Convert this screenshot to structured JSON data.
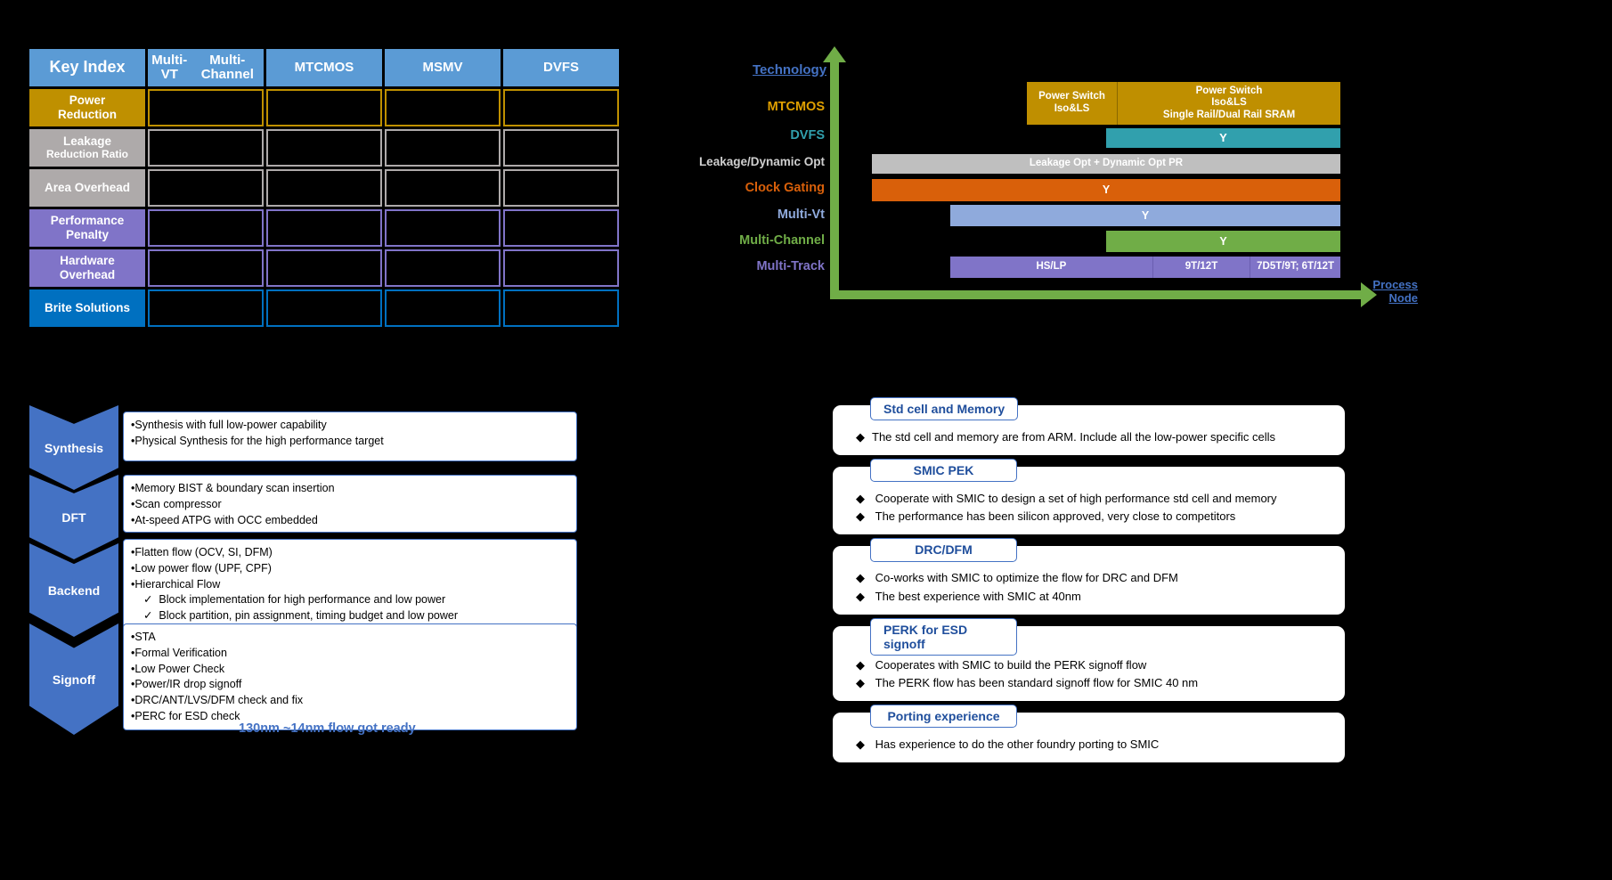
{
  "comparison_table": {
    "name": "low-power-technique-comparison",
    "header": [
      "Key Index",
      "Multi-VT\nMulti-Channel",
      "MTCMOS",
      "MSMV",
      "DVFS"
    ],
    "header_index_label": "Key Index",
    "columns": [
      "Multi-VT Multi-Channel",
      "MTCMOS",
      "MSMV",
      "DVFS"
    ],
    "column_lines": [
      [
        "Multi-VT",
        "Multi-Channel"
      ],
      [
        "MTCMOS",
        ""
      ],
      [
        "MSMV",
        ""
      ],
      [
        "DVFS",
        ""
      ]
    ],
    "rows": [
      {
        "label_lines": [
          "Power",
          "Reduction"
        ],
        "label": "Power Reduction",
        "color": "#bf9000",
        "cells": [
          "",
          "",
          "",
          ""
        ]
      },
      {
        "label_lines": [
          "Leakage",
          "Reduction Ratio"
        ],
        "label": "Leakage Reduction Ratio",
        "color": "#aeaaaa",
        "cells": [
          "",
          "",
          "",
          ""
        ]
      },
      {
        "label_lines": [
          "Area Overhead",
          ""
        ],
        "label": "Area Overhead",
        "color": "#aeaaaa",
        "cells": [
          "",
          "",
          "",
          ""
        ]
      },
      {
        "label_lines": [
          "Performance",
          "Penalty"
        ],
        "label": "Performance Penalty",
        "color": "#8074c8",
        "cells": [
          "",
          "",
          "",
          ""
        ]
      },
      {
        "label_lines": [
          "Hardware",
          "Overhead"
        ],
        "label": "Hardware Overhead",
        "color": "#8074c8",
        "cells": [
          "",
          "",
          "",
          ""
        ]
      },
      {
        "label_lines": [
          "Brite Solutions",
          ""
        ],
        "label": "Brite Solutions",
        "color": "#0070c0",
        "cells": [
          "",
          "",
          "",
          ""
        ]
      }
    ]
  },
  "chart_data": {
    "type": "bar",
    "orientation": "horizontal-gantt",
    "title": "",
    "ylabel": "Technology",
    "xlabel": "Process Node",
    "xlabel_lines": [
      "Process",
      "Node"
    ],
    "grid": false,
    "legend": "none",
    "axis_color": "#70ad47",
    "axis_label_color": "#4472c4",
    "categories": [
      "MTCMOS",
      "DVFS",
      "Leakage/Dynamic Opt",
      "Clock Gating",
      "Multi-Vt",
      "Multi-Channel",
      "Multi-Track"
    ],
    "category_colors": [
      "#e0a000",
      "#31a0ad",
      "#bfbfbf",
      "#d9600a",
      "#8faadc",
      "#70ad47",
      "#8074c8"
    ],
    "series": [
      {
        "name": "MTCMOS",
        "color": "#bf8f00",
        "start_pct": 44.5,
        "end_pct": 100,
        "segments": [
          {
            "label": "Power Switch\nIso&LS",
            "lines": [
              "Power Switch",
              "Iso&LS"
            ],
            "width_pct": 29
          },
          {
            "label": "Power Switch\nIso&LS\nSingle Rail/Dual Rail SRAM",
            "lines": [
              "Power Switch",
              "Iso&LS",
              "Single Rail/Dual Rail SRAM"
            ],
            "width_pct": 71
          }
        ]
      },
      {
        "name": "DVFS",
        "color": "#31a0ad",
        "start_pct": 61,
        "end_pct": 100,
        "segments": [
          {
            "label": "Y",
            "lines": [
              "Y"
            ],
            "width_pct": 100
          }
        ]
      },
      {
        "name": "Leakage/Dynamic Opt",
        "color": "#bfbfbf",
        "start_pct": 8,
        "end_pct": 100,
        "segments": [
          {
            "label": "Leakage Opt + Dynamic Opt PR",
            "lines": [
              "Leakage Opt + Dynamic Opt PR"
            ],
            "width_pct": 100
          }
        ]
      },
      {
        "name": "Clock Gating",
        "color": "#d9600a",
        "start_pct": 8.5,
        "end_pct": 100,
        "segments": [
          {
            "label": "Y",
            "lines": [
              "Y"
            ],
            "width_pct": 100
          }
        ]
      },
      {
        "name": "Multi-Vt",
        "color": "#8faadc",
        "start_pct": 23,
        "end_pct": 100,
        "segments": [
          {
            "label": "Y",
            "lines": [
              "Y"
            ],
            "width_pct": 100
          }
        ]
      },
      {
        "name": "Multi-Channel",
        "color": "#70ad47",
        "start_pct": 54,
        "end_pct": 100,
        "segments": [
          {
            "label": "Y",
            "lines": [
              "Y"
            ],
            "width_pct": 100
          }
        ]
      },
      {
        "name": "Multi-Track",
        "color": "#8074c8",
        "start_pct": 23,
        "end_pct": 100,
        "segments": [
          {
            "label": "HS/LP",
            "lines": [
              "HS/LP"
            ],
            "width_pct": 52
          },
          {
            "label": "9T/12T",
            "lines": [
              "9T/12T"
            ],
            "width_pct": 25
          },
          {
            "label": "7D5T/9T;  6T/12T",
            "lines": [
              "7D5T/9T;  6T/12T"
            ],
            "width_pct": 23
          }
        ]
      }
    ]
  },
  "flow": {
    "name": "design-flow",
    "caption": "130nm ~14nm flow got ready",
    "stages": [
      {
        "label": "Synthesis",
        "bullets": [
          {
            "marker": "bullet",
            "text": "Synthesis with full low-power capability"
          },
          {
            "marker": "bullet",
            "text": "Physical Synthesis for the high performance target"
          }
        ]
      },
      {
        "label": "DFT",
        "bullets": [
          {
            "marker": "bullet",
            "text": "Memory BIST & boundary scan insertion"
          },
          {
            "marker": "bullet",
            "text": "Scan compressor"
          },
          {
            "marker": "bullet",
            "text": "At-speed ATPG with OCC embedded"
          }
        ]
      },
      {
        "label": "Backend",
        "bullets": [
          {
            "marker": "bullet",
            "text": "Flatten flow (OCV, SI, DFM)"
          },
          {
            "marker": "bullet",
            "text": "Low power flow (UPF, CPF)"
          },
          {
            "marker": "bullet",
            "text": "Hierarchical Flow"
          },
          {
            "marker": "check",
            "text": "Block implementation for high performance and low power"
          },
          {
            "marker": "check",
            "text": "Block partition, pin assignment, timing budget and low power"
          }
        ]
      },
      {
        "label": "Signoff",
        "bullets": [
          {
            "marker": "bullet",
            "text": "STA"
          },
          {
            "marker": "bullet",
            "text": "Formal Verification"
          },
          {
            "marker": "bullet",
            "text": "Low Power Check"
          },
          {
            "marker": "bullet",
            "text": "Power/IR drop signoff"
          },
          {
            "marker": "bullet",
            "text": "DRC/ANT/LVS/DFM check and fix"
          },
          {
            "marker": "bullet",
            "text": "PERC for ESD check"
          }
        ]
      }
    ]
  },
  "capability_cards": {
    "name": "smic-capability-cards",
    "items": [
      {
        "title": "Std cell and Memory",
        "title_lines": [
          "Std cell and Memory"
        ],
        "bullets": [
          "The std cell and memory are from ARM.  Include all the low-power specific cells"
        ]
      },
      {
        "title": "SMIC PEK",
        "title_lines": [
          "SMIC PEK"
        ],
        "bullets": [
          "Cooperate with SMIC to design a set of high performance std cell and memory",
          "The performance has been silicon approved, very close to competitors"
        ]
      },
      {
        "title": "DRC/DFM",
        "title_lines": [
          "DRC/DFM"
        ],
        "bullets": [
          "Co-works with SMIC to optimize the flow for DRC and DFM",
          "The best experience with SMIC at 40nm"
        ]
      },
      {
        "title": "PERK for ESD signoff",
        "title_lines": [
          "PERK for ESD",
          "signoff"
        ],
        "bullets": [
          "Cooperates with SMIC to build the PERK signoff flow",
          "The PERK flow has been standard signoff flow for SMIC 40 nm"
        ]
      },
      {
        "title": "Porting experience",
        "title_lines": [
          "Porting experience"
        ],
        "bullets": [
          "Has experience to do the other foundry porting to SMIC"
        ]
      }
    ]
  },
  "colors": {
    "header_blue": "#5b9bd5",
    "gold": "#bf9000",
    "gray": "#aeaaaa",
    "purple": "#8074c8",
    "brite_blue": "#0070c0",
    "flow_blue": "#4472c4",
    "axis_green": "#70ad47",
    "teal": "#31a0ad",
    "orange": "#d9600a"
  },
  "icons": {
    "bullet": "•",
    "check": "✓",
    "diamond": "◆",
    "up_arrow": "up-arrow-icon",
    "right_arrow": "right-arrow-icon"
  }
}
